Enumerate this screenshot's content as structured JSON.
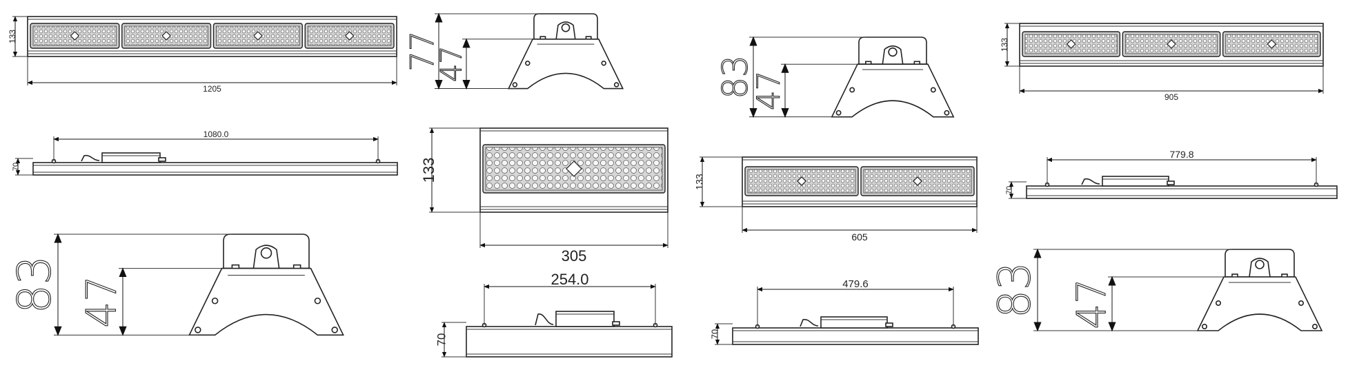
{
  "drawings": [
    {
      "id": "front-1205",
      "width_label": "1205",
      "height_label": "133",
      "modules": 4
    },
    {
      "id": "bracket-77-47",
      "outer_label": "77",
      "inner_label": "47"
    },
    {
      "id": "bracket-83-47-mid",
      "outer_label": "83",
      "inner_label": "47"
    },
    {
      "id": "front-905",
      "width_label": "905",
      "height_label": "133",
      "modules": 3
    },
    {
      "id": "side-1080",
      "span_label": "1080.0",
      "height_label": "70"
    },
    {
      "id": "front-305",
      "width_label": "305",
      "height_label": "133",
      "modules": 1
    },
    {
      "id": "front-605",
      "width_label": "605",
      "height_label": "133",
      "modules": 2
    },
    {
      "id": "side-779",
      "span_label": "779.8",
      "height_label": "70"
    },
    {
      "id": "bracket-83-47-large",
      "outer_label": "83",
      "inner_label": "47"
    },
    {
      "id": "side-254",
      "span_label": "254.0",
      "height_label": "70"
    },
    {
      "id": "side-479",
      "span_label": "479.6",
      "height_label": "70"
    },
    {
      "id": "bracket-83-47-right",
      "outer_label": "83",
      "inner_label": "47"
    }
  ],
  "colors": {
    "line": "#222222",
    "background": "#ffffff",
    "panel": "#cfcfcf"
  }
}
